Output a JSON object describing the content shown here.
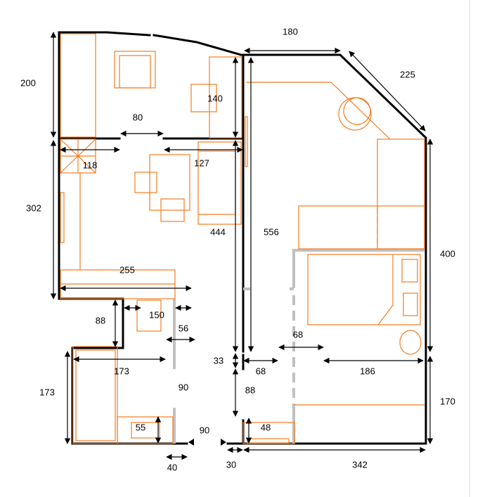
{
  "plan": {
    "colors": {
      "walls": "#000000",
      "partitions": "#c0c0c0",
      "furniture": "#f47c20"
    },
    "dimensions": {
      "d200": "200",
      "d80": "80",
      "d140": "140",
      "d118": "118",
      "d127": "127",
      "d302": "302",
      "d444": "444",
      "d556": "556",
      "d255": "255",
      "d150": "150",
      "d88a": "88",
      "d56": "56",
      "d173h": "173",
      "d173v": "173",
      "d33": "33",
      "d68a": "68",
      "d68b": "68",
      "d186": "186",
      "d88b": "88",
      "d90a": "90",
      "d55": "55",
      "d48": "48",
      "d90b": "90",
      "d40": "40",
      "d30": "30",
      "d342": "342",
      "d180": "180",
      "d225": "225",
      "d400": "400",
      "d170": "170"
    }
  }
}
